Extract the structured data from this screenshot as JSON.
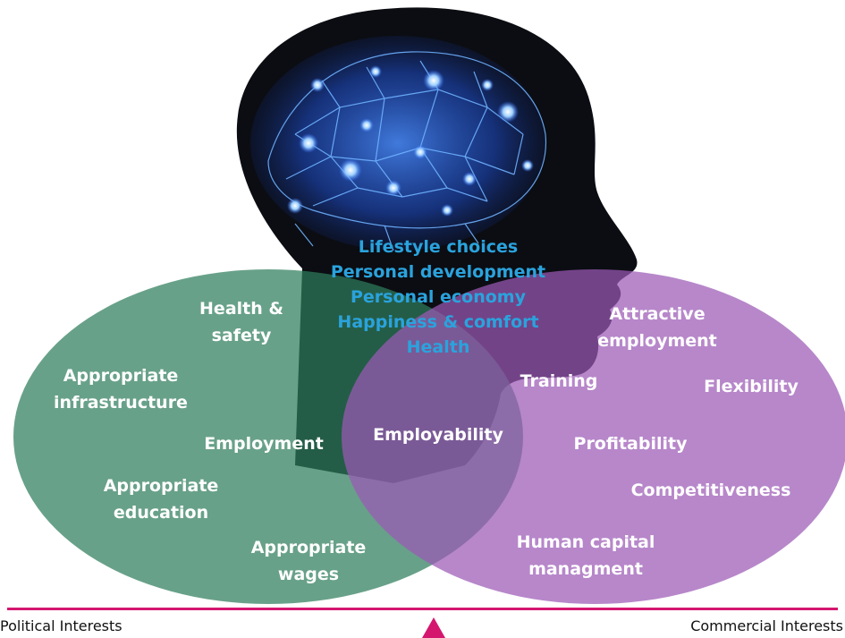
{
  "center_items": [
    "Lifestyle choices",
    "Personal development",
    "Personal economy",
    "Happiness & comfort",
    "Health"
  ],
  "left_items": {
    "health_safety": "Health &\nsafety",
    "infrastructure": "Appropriate\ninfrastructure",
    "employment": "Employment",
    "education": "Appropriate\neducation",
    "wages": "Appropriate\nwages"
  },
  "overlap_item": "Employability",
  "right_items": {
    "attractive": "Attractive\nemployment",
    "training": "Training",
    "flexibility": "Flexibility",
    "profitability": "Profitability",
    "competitiveness": "Competitiveness",
    "human_capital": "Human capital\nmanagment"
  },
  "axis": {
    "left": "Political Interests",
    "right": "Commercial Interests"
  },
  "colors": {
    "green_circle": "#2e7d5c",
    "purple_circle": "#9b59b6",
    "head": "#0b0d12",
    "brain": "#2a6bff",
    "axis_line": "#d4166f",
    "pointer": "#d4166f",
    "center_text": "#2aa3dd"
  }
}
